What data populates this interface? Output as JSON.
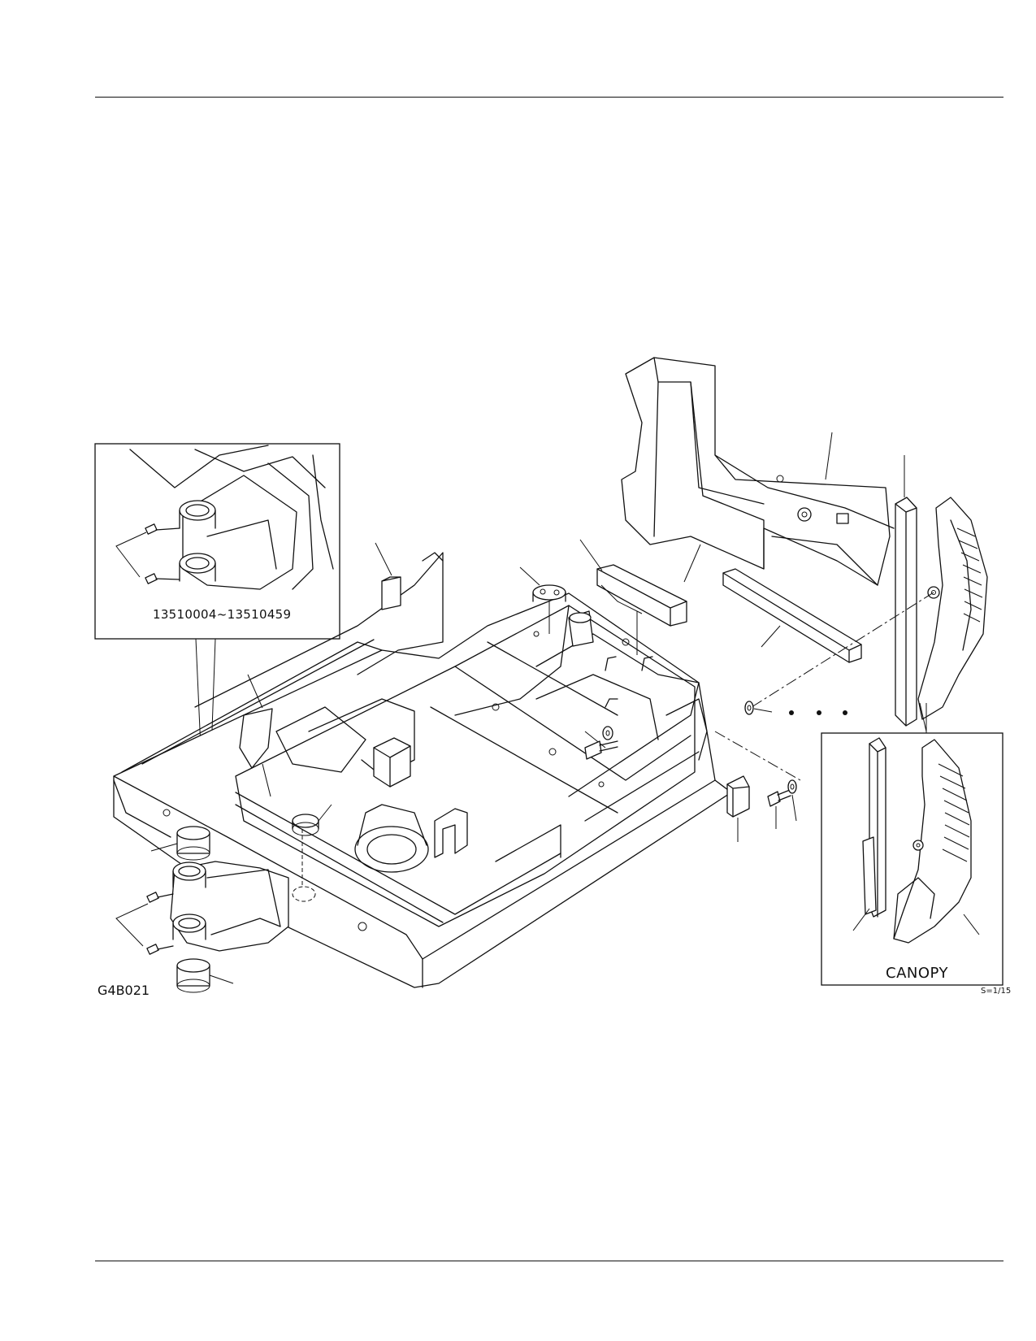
{
  "page": {
    "figure_code": "G4B021",
    "scale": "S=1/15"
  },
  "inset_top_left": {
    "serial_range": "13510004~13510459"
  },
  "inset_bottom_right": {
    "title": "CANOPY"
  },
  "icons": [
    "grease-nipple-icon",
    "bolt-icon",
    "washer-icon",
    "rubber-cushion-icon",
    "bushing-icon"
  ]
}
